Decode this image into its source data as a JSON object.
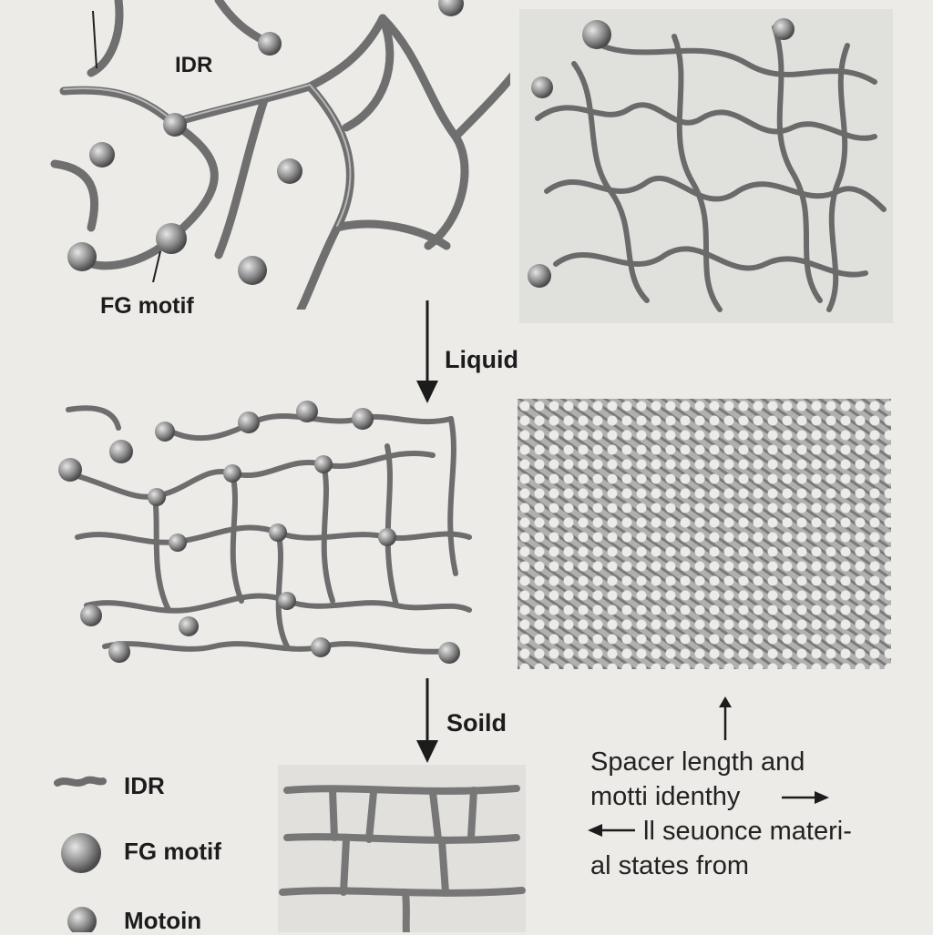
{
  "labels": {
    "idr_top": "IDR",
    "fg_motif_top": "FG motif",
    "liquid": "Liquid",
    "solid": "Soild"
  },
  "legend": [
    {
      "icon": "idr-strand-icon",
      "label": "IDR"
    },
    {
      "icon": "fg-motif-sphere-icon",
      "label": "FG motif"
    },
    {
      "icon": "motif-sphere-icon",
      "label": "Motoin"
    }
  ],
  "annotation": {
    "line1": "Spacer length and",
    "line2": "motti identhy",
    "line3": "ll seuonce materi-",
    "line4": "al states from"
  },
  "colors": {
    "background": "#ecebe8",
    "strand": "#7d7d7d",
    "strand_highlight": "#b8b8b8",
    "ink": "#1c1c1c"
  }
}
